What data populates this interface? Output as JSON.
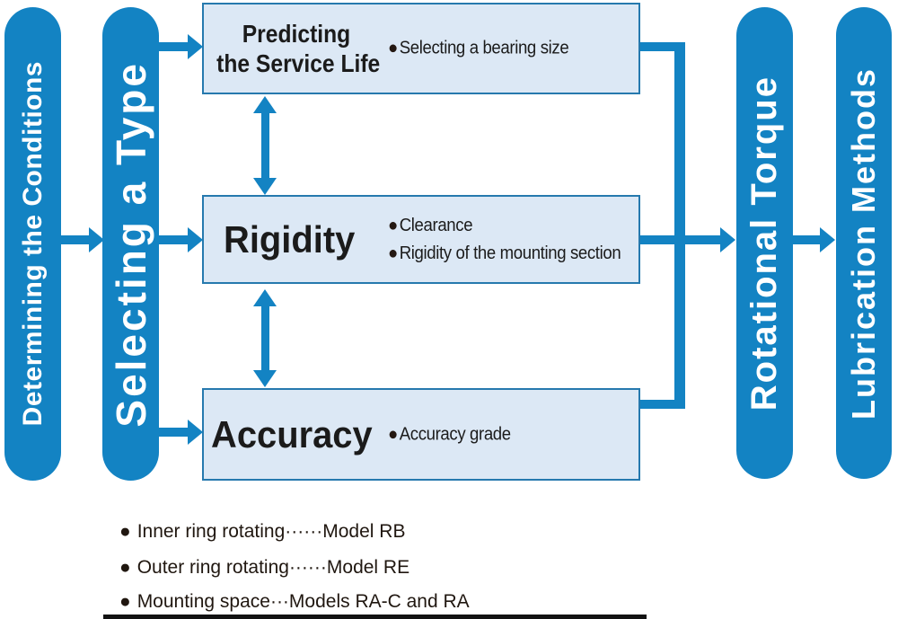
{
  "colors": {
    "blue": "#1383c3",
    "box_fill": "#dce8f5",
    "box_border": "#2679ae",
    "ink": "#1b1b1b"
  },
  "glyphs": {
    "bullet": "●"
  },
  "pills": {
    "determining": "Determining the Conditions",
    "selecting": "Selecting a Type",
    "rotational": "Rotational Torque",
    "lubrication": "Lubrication Methods"
  },
  "boxes": {
    "predicting": {
      "title_line1": "Predicting",
      "title_line2": "the Service Life",
      "bullets": [
        "Selecting a bearing size"
      ]
    },
    "rigidity": {
      "title": "Rigidity",
      "bullets": [
        "Clearance",
        "Rigidity of the mounting section"
      ]
    },
    "accuracy": {
      "title": "Accuracy",
      "bullets": [
        "Accuracy grade"
      ]
    }
  },
  "notes": [
    "Inner ring rotating······Model RB",
    "Outer ring rotating······Model RE",
    "Mounting space···Models RA-C and RA"
  ]
}
